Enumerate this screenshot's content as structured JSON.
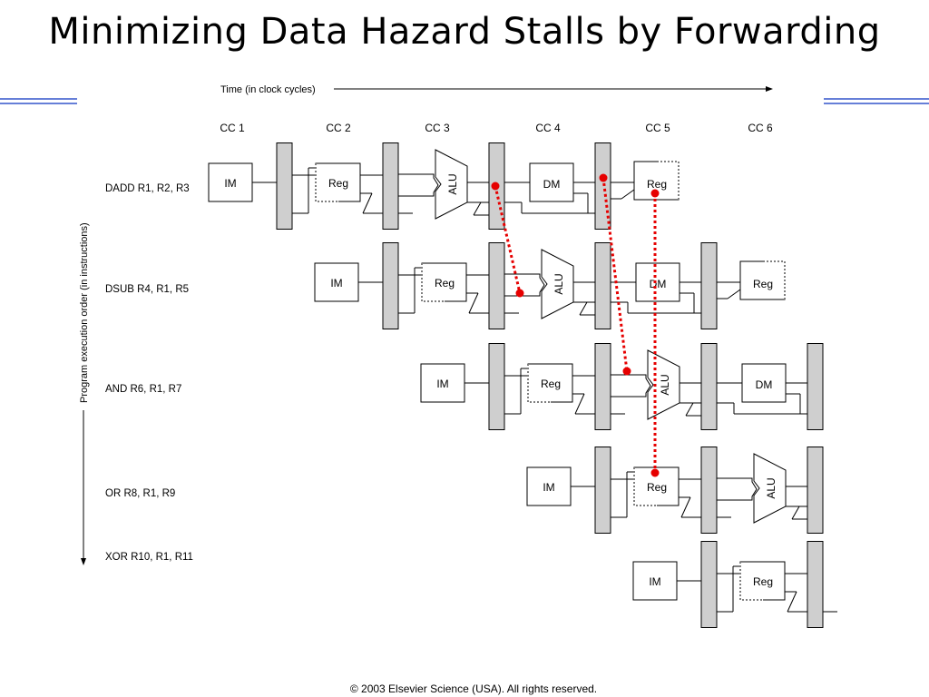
{
  "slide": {
    "title": "Minimizing Data Hazard Stalls by Forwarding",
    "copyright": "© 2003 Elsevier Science (USA). All rights reserved.",
    "accent_color": "#3355cc"
  },
  "diagram": {
    "time_label": "Time (in clock cycles)",
    "order_label": "Program execution order (in instructions)",
    "clock_cycles": [
      "CC 1",
      "CC 2",
      "CC 3",
      "CC 4",
      "CC 5",
      "CC 6"
    ],
    "instructions": [
      "DADD R1, R2, R3",
      "DSUB R4, R1, R5",
      "AND R6, R1, R7",
      "OR R8, R1, R9",
      "XOR R10, R1, R11"
    ],
    "stage_labels": {
      "im": "IM",
      "reg": "Reg",
      "alu": "ALU",
      "dm": "DM"
    },
    "forward_color": "#e60000"
  }
}
